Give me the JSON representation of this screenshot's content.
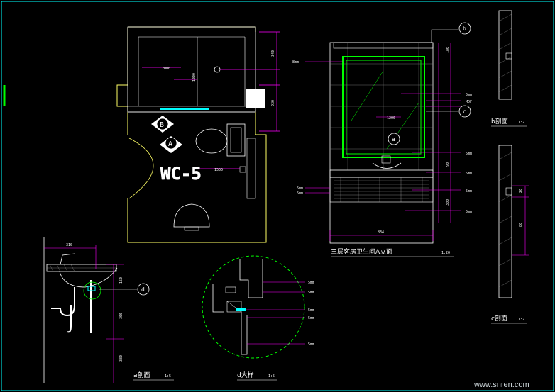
{
  "captions": {
    "plan_label": "WC-5",
    "elevation_title": "三层客房卫生间A立面",
    "elevation_scale": "1:20",
    "section_a": "a剖面",
    "section_a_scale": "1:5",
    "section_b": "b剖面",
    "section_b_scale": "1:2",
    "section_c": "c剖面",
    "section_c_scale": "1:2",
    "detail_d": "d大样",
    "detail_d_scale": "1:5"
  },
  "markers": {
    "plan_a": "A",
    "plan_b": "B",
    "elev_b": "b",
    "elev_c": "c",
    "elev_a": "a",
    "sect_d": "d"
  },
  "dims": {
    "elev_width": "834",
    "sect_a_top": "310"
  },
  "watermark": "www.snren.com",
  "colors": {
    "magenta": "#ff00ff",
    "yellow": "#ffff66",
    "green": "#00ff00",
    "cyan": "#00ffff",
    "white": "#ffffff",
    "red": "#ff3030"
  }
}
